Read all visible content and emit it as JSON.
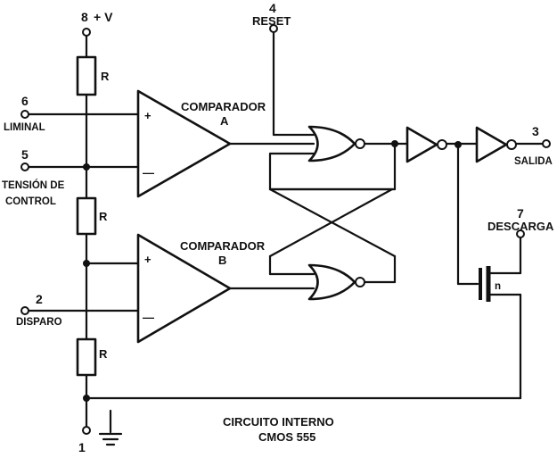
{
  "title": {
    "line1": "CIRCUITO INTERNO",
    "line2": "CMOS 555"
  },
  "pins": {
    "vcc": {
      "number": "8",
      "label": "+ V"
    },
    "reset": {
      "number": "4",
      "label": "RESET"
    },
    "liminal": {
      "number": "6",
      "label": "LIMINAL"
    },
    "control": {
      "number": "5",
      "label_line1": "TENSIÓN DE",
      "label_line2": "CONTROL"
    },
    "trigger": {
      "number": "2",
      "label": "DISPARO"
    },
    "ground": {
      "number": "1"
    },
    "output": {
      "number": "3",
      "label": "SALIDA"
    },
    "discharge": {
      "number": "7",
      "label": "DESCARGA"
    }
  },
  "resistors": [
    {
      "label": "R"
    },
    {
      "label": "R"
    },
    {
      "label": "R"
    }
  ],
  "comparators": {
    "a": {
      "line1": "COMPARADOR",
      "line2": "A",
      "plus": "+",
      "minus": "—"
    },
    "b": {
      "line1": "COMPARADOR",
      "line2": "B",
      "plus": "+",
      "minus": "—"
    }
  },
  "transistor": {
    "label": "n"
  }
}
